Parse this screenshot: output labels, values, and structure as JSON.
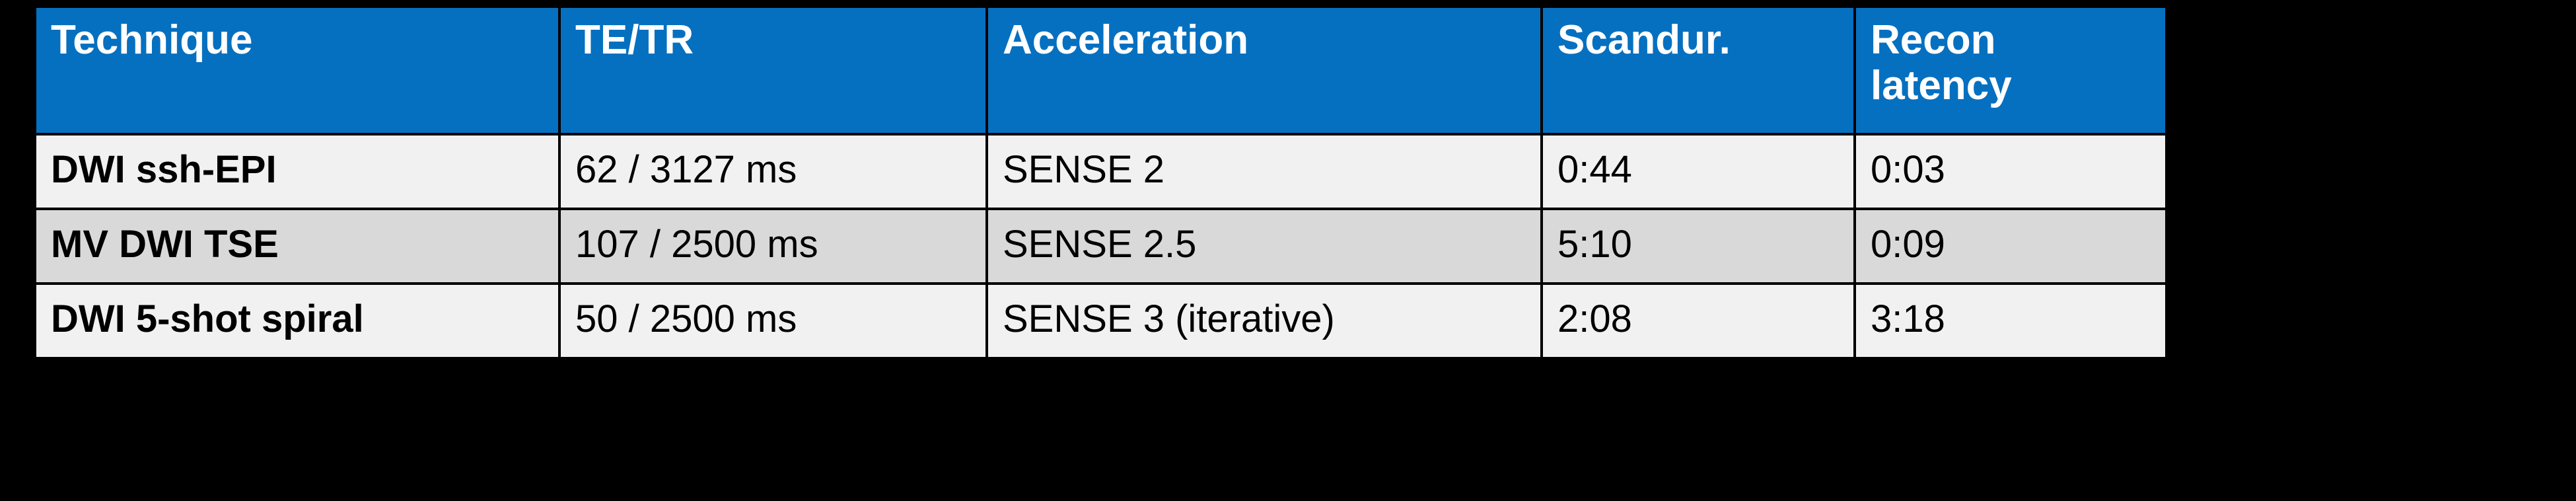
{
  "table": {
    "columns": [
      {
        "key": "technique",
        "label": "Technique"
      },
      {
        "key": "tetr",
        "label": "TE/TR"
      },
      {
        "key": "acceleration",
        "label": "Acceleration"
      },
      {
        "key": "scandur",
        "label": "Scandur."
      },
      {
        "key": "recon_latency",
        "label": "Recon\nlatency"
      }
    ],
    "rows": [
      {
        "technique": "DWI ssh-EPI",
        "tetr": "62 / 3127 ms",
        "acceleration": "SENSE 2",
        "scandur": "0:44",
        "recon_latency": "0:03"
      },
      {
        "technique": "MV DWI TSE",
        "tetr": "107 / 2500 ms",
        "acceleration": "SENSE 2.5",
        "scandur": "5:10",
        "recon_latency": "0:09"
      },
      {
        "technique": "DWI 5-shot spiral",
        "tetr": "50 / 2500 ms",
        "acceleration": "SENSE 3 (iterative)",
        "scandur": "2:08",
        "recon_latency": "3:18"
      }
    ]
  },
  "colors": {
    "header_background": "#0670C0",
    "header_text": "#FFFFFF",
    "row_light": "#F1F1F1",
    "row_dark": "#D9D9D9",
    "grid_line": "#000000",
    "page_background": "#000000",
    "body_text": "#000000"
  }
}
